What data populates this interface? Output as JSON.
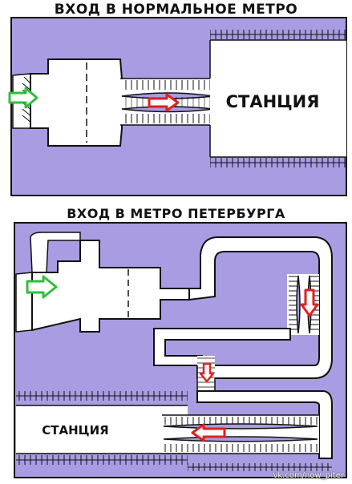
{
  "top_panel": {
    "title": "ВХОД В НОРМАЛЬНОЕ МЕТРО",
    "station_label": "СТАНЦИЯ"
  },
  "bottom_panel": {
    "title": "ВХОД В МЕТРО ПЕТЕРБУРГА",
    "station_label": "СТАНЦИЯ"
  },
  "watermark": "vk.com/now_piter",
  "colors": {
    "ground": "#a99ce2",
    "corridor": "#ffffff",
    "outline": "#111111",
    "entry_arrow": "#2fbf3a",
    "direction_arrow": "#e02020"
  },
  "icons": {
    "entry": "green-arrow-icon",
    "direction": "red-arrow-icon"
  }
}
